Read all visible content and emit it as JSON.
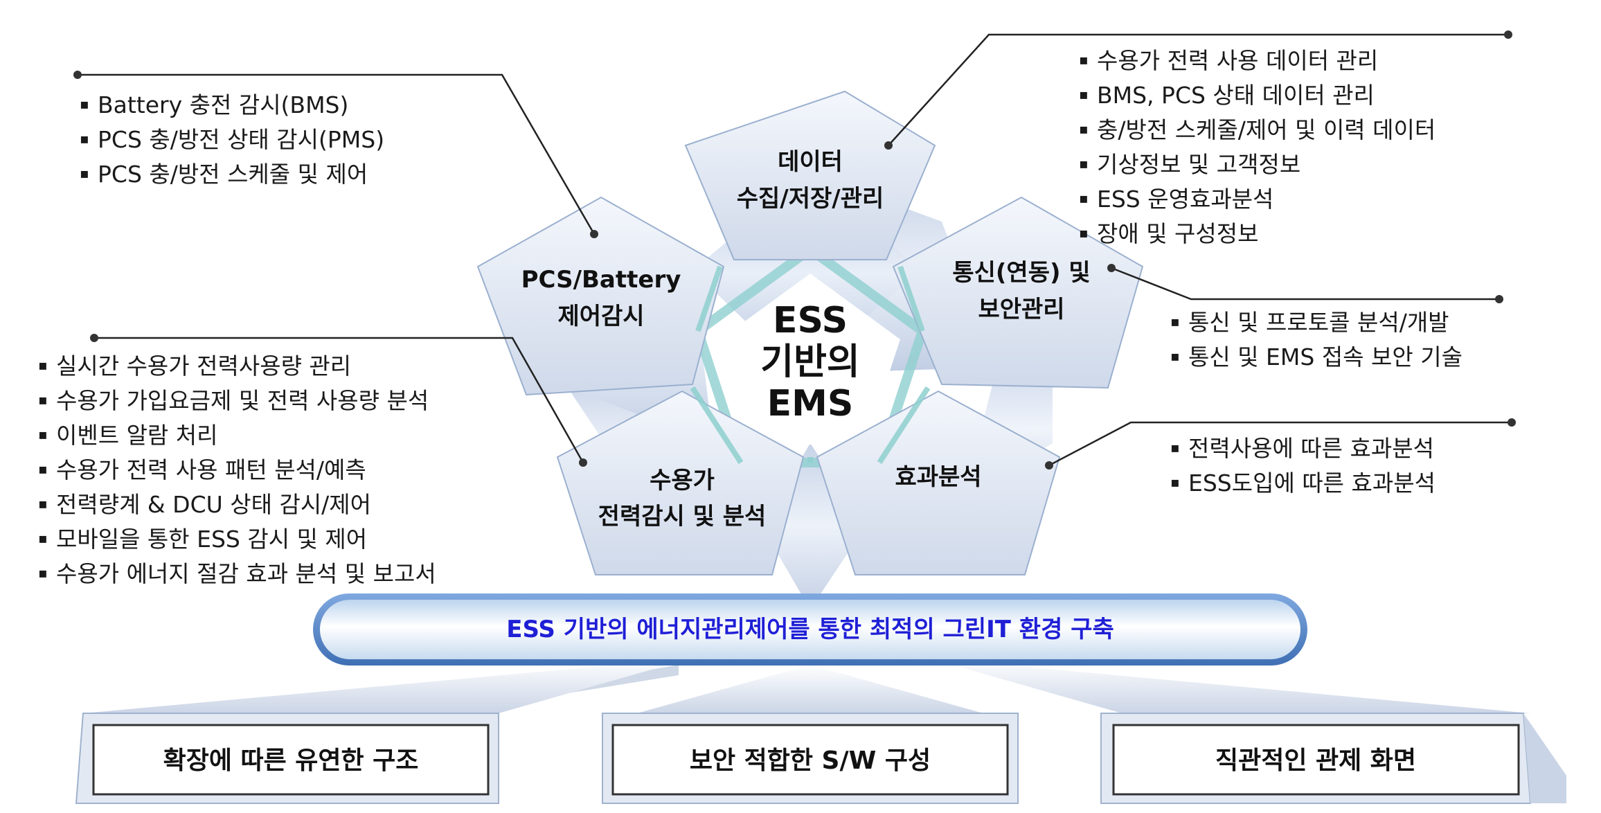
{
  "center": {
    "line1": "ESS",
    "line2": "기반의",
    "line3": "EMS"
  },
  "pentagons": {
    "data": {
      "line1": "데이터",
      "line2": "수집/저장/관리"
    },
    "pcs": {
      "line1": "PCS/Battery",
      "line2": "제어감시"
    },
    "comm": {
      "line1": "통신(연동) 및",
      "line2": "보안관리"
    },
    "user": {
      "line1": "수용가",
      "line2": "전력감시 및 분석"
    },
    "effect": {
      "line1": "효과분석"
    }
  },
  "lists": {
    "pcs": [
      "Battery 충전 감시(BMS)",
      "PCS 충/방전 상태 감시(PMS)",
      "PCS 충/방전 스케줄 및 제어"
    ],
    "data": [
      "수용가 전력 사용 데이터 관리",
      "BMS, PCS 상태 데이터 관리",
      "충/방전 스케줄/제어 및 이력 데이터",
      "기상정보 및 고객정보",
      "ESS 운영효과분석",
      "장애 및 구성정보"
    ],
    "comm": [
      "통신 및 프로토콜 분석/개발",
      "통신 및 EMS 접속 보안 기술"
    ],
    "user": [
      "실시간 수용가 전력사용량 관리",
      "수용가 가입요금제 및 전력 사용량 분석",
      "이벤트 알람 처리",
      "수용가 전력 사용 패턴 분석/예측",
      "전력량계 & DCU 상태 감시/제어",
      "모바일을 통한 ESS 감시 및 제어",
      "수용가 에너지 절감 효과 분석 및 보고서"
    ],
    "effect": [
      "전력사용에 따른 효과분석",
      "ESS도입에 따른 효과분석"
    ]
  },
  "banner": {
    "text": "ESS 기반의 에너지관리제어를 통한  최적의 그린IT 환경 구축"
  },
  "boxes": [
    "확장에 따른 유연한 구조",
    "보안 적합한 S/W 구성",
    "직관적인 관제 화면"
  ],
  "icons": {
    "bullet": "square-bullet-icon"
  },
  "colors": {
    "banner_text": "#1f1fd6",
    "accent": "#8fd0cf",
    "pentagon_fill": "#dde6f3"
  }
}
